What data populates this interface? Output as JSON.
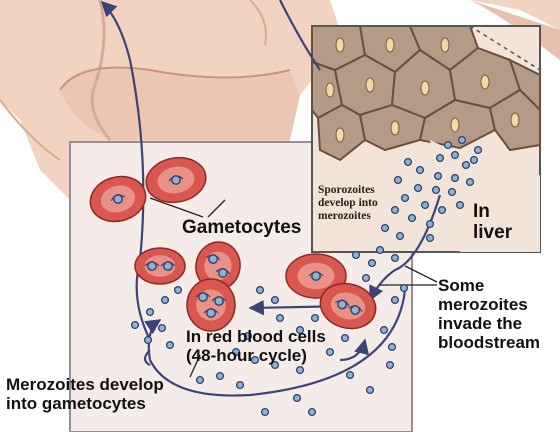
{
  "labels": {
    "gametocytes": "Gametocytes",
    "sporozoites": [
      "Sporozoites",
      "develop into",
      "merozoites"
    ],
    "in_liver": [
      "In",
      "liver"
    ],
    "some_merozoites": [
      "Some",
      "merozoites",
      "invade the",
      "bloodstream"
    ],
    "in_rbc": [
      "In red blood cells",
      "(48-hour cycle)"
    ],
    "merozoites_develop": [
      "Merozoites develop",
      "into gametocytes"
    ]
  },
  "colors": {
    "skin": "#f2d3c2",
    "skin_shadow": "#d9a995",
    "panel": "#f5ece9",
    "panel_border": "#9a8c95",
    "liver_cell": "#b39b88",
    "liver_border": "#6a4f3c",
    "rbc": "#d9574e",
    "rbc_inner": "#eea49b",
    "parasite": "#8fb3cf",
    "parasite_edge": "#2c3f73",
    "arrow": "#3d4478"
  }
}
